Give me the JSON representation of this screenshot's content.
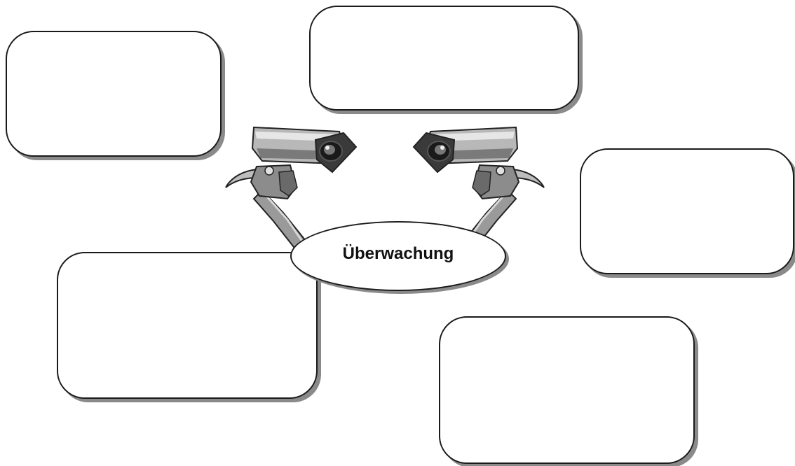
{
  "diagram": {
    "center_label": "Überwachung",
    "boxes": [
      {
        "id": "top-left",
        "text": ""
      },
      {
        "id": "top-center",
        "text": ""
      },
      {
        "id": "right",
        "text": ""
      },
      {
        "id": "bottom-left",
        "text": ""
      },
      {
        "id": "bottom-right",
        "text": ""
      }
    ],
    "illustration": "surveillance-camera-icon"
  },
  "colors": {
    "border": "#1a1a1a",
    "shadow": "#8a8a8a",
    "background": "#ffffff"
  }
}
